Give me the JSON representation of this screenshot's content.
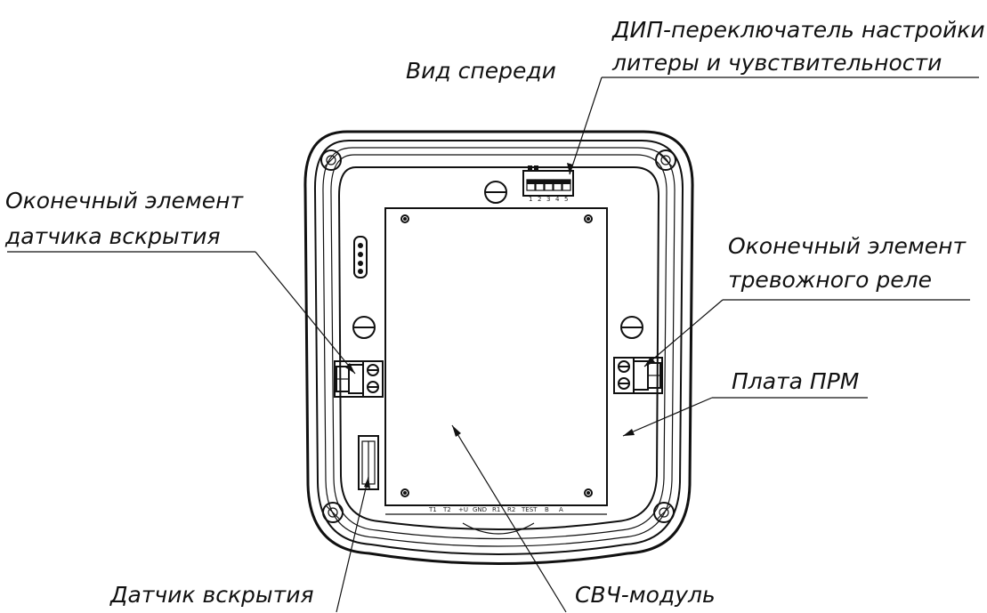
{
  "labels": {
    "front_view": "Вид спереди",
    "dip_switch_line1": "ДИП-переключатель настройки",
    "dip_switch_line2": "литеры и чувствительности",
    "tamper_terminal_line1": "Оконечный элемент",
    "tamper_terminal_line2": "датчика вскрытия",
    "alarm_terminal_line1": "Оконечный элемент",
    "alarm_terminal_line2": "тревожного реле",
    "receiver_board": "Плата ПРМ",
    "tamper_sensor": "Датчик вскрытия",
    "microwave_module": "СВЧ-модуль"
  },
  "terminal_labels": [
    "T1",
    "T2",
    "+U",
    "GND",
    "R1",
    "R2",
    "TEST",
    "B",
    "A"
  ],
  "dip_numbers": [
    "1",
    "2",
    "3",
    "4",
    "5"
  ]
}
